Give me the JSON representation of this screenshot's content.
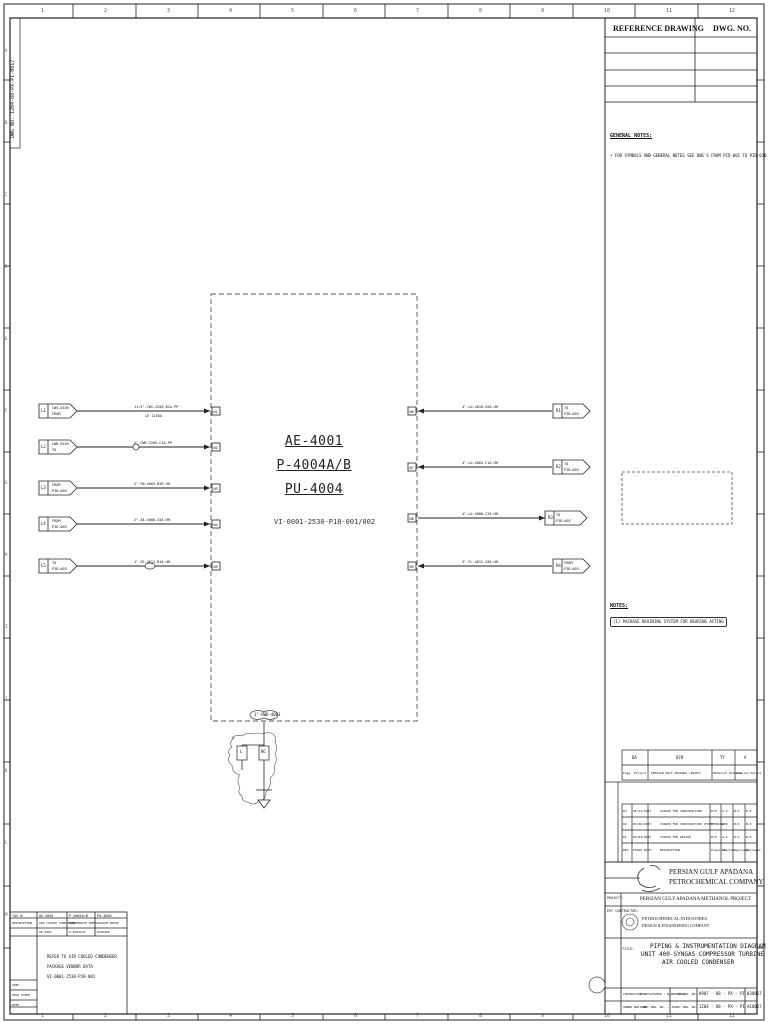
{
  "border": {
    "top_numbers": [
      "1",
      "2",
      "3",
      "4",
      "5",
      "6",
      "7",
      "8",
      "9",
      "10",
      "11",
      "12"
    ],
    "bottom_numbers": [
      "1",
      "2",
      "3",
      "4",
      "5",
      "6",
      "7",
      "8",
      "9",
      "10",
      "11",
      "12"
    ],
    "side_letters": [
      "A",
      "B",
      "C",
      "D",
      "E",
      "F",
      "G",
      "H",
      "I",
      "J",
      "K",
      "L",
      "M"
    ]
  },
  "side_strip": {
    "text": "DWG NO. 1204-88-PX-PI-0017"
  },
  "reference_table": {
    "col1": "REFERENCE DRAWING",
    "col2": "DWG. NO."
  },
  "general_notes": {
    "title": "GENERAL NOTES:",
    "items": [
      "• FOR SYMBOLS AND GENERAL NOTES SEE DWG'S FROM PID-001 TO PID-010"
    ]
  },
  "notes": {
    "title": "NOTES:",
    "items": [
      "(1) PACKAGE DRAINING SYSTEM FOR BEARING ACTING"
    ]
  },
  "package": {
    "tag1": "AE-4001",
    "tag2": "P-4004A/B",
    "tag3": "PU-4004",
    "ref": "VI-0001-2530-P18-001/002"
  },
  "left_offpage": [
    {
      "id": "L1",
      "label": "CWS-0105",
      "sub": "FROM",
      "line": "11/4\"-CWS-2200-B1A-PP",
      "inst": "LE 1140A"
    },
    {
      "id": "L2",
      "label": "CWR-0105",
      "sub": "TO",
      "line": "2\"-CWR-2205-C1A-PP",
      "inst": ""
    },
    {
      "id": "L3",
      "label": "FROM",
      "sub": "PID-005",
      "line": "2\"-PW-4003-B2B-HH",
      "inst": ""
    },
    {
      "id": "L4",
      "label": "FROM",
      "sub": "PID-003",
      "line": "2\"-AA-4008-C0A-HH",
      "inst": ""
    },
    {
      "id": "L5",
      "label": "TO",
      "sub": "PID-003",
      "line": "1\"-SS-4012-B1A-HH",
      "inst": ""
    }
  ],
  "right_offpage": [
    {
      "id": "R1",
      "label": "TO",
      "sub": "PID-003",
      "line": "4\"-LO-4010-C0A-HH"
    },
    {
      "id": "R2",
      "label": "TO",
      "sub": "PID-003",
      "line": "4\"-LO-4004-C1A-HH"
    },
    {
      "id": "R3",
      "label": "TO",
      "sub": "PID-003",
      "line": "4\"-LO-4006-C2A-HH"
    },
    {
      "id": "R4",
      "label": "FROM",
      "sub": "PID-003",
      "line": "3\"-FL-4012-C0A-HH"
    }
  ],
  "nozzles": {
    "left": [
      "N1",
      "N2",
      "N3",
      "N4",
      "N5"
    ],
    "right": [
      "N6",
      "N7",
      "N8",
      "N9"
    ]
  },
  "drain": {
    "label": "1\"-OWD-4001",
    "v1": "L",
    "v2": "NC"
  },
  "revision_header": {
    "c1": "DA",
    "c2": "070",
    "c3": "TY",
    "c4": "A",
    "r2c1": "Engg. Project",
    "r2c2": "PERSIAN GULF APADANA (PGAPC)",
    "r2c3": "Mahmoodi Rahnema",
    "r2c4": "Iranian Petrol"
  },
  "revisions": [
    {
      "rev": "D3",
      "date": "05/11/2007",
      "desc": "ISSUED FOR CONSTRUCTION",
      "by": "M.M",
      "chk": "A.Z",
      "app": "B.K",
      "rv": "B.K"
    },
    {
      "rev": "D2",
      "date": "01/08/2007",
      "desc": "ISSUED FOR CONSTRUCTION (FIRST ISSUE)",
      "by": "M.M",
      "chk": "A.Z",
      "app": "B.K",
      "rv": "B.K"
    },
    {
      "rev": "D1",
      "date": "02/04/2007",
      "desc": "ISSUED FOR DESIGN",
      "by": "M.M",
      "chk": "A.Z",
      "app": "B.K",
      "rv": "B.K"
    },
    {
      "rev": "REV",
      "date": "ISSUE DATE",
      "desc": "DESCRIPTION",
      "by": "Prepared",
      "chk": "Checked",
      "app": "Approved",
      "rv": "Reviewed"
    }
  ],
  "company": {
    "name1": "PERSIAN GULF APADANA",
    "name2": "PETROCHEMICAL COMPANY"
  },
  "project": {
    "label": "PROJECT:",
    "name": "PERSIAN GULF APADANA METHANOL PROJECT"
  },
  "contractor": {
    "label": "EPC CONTRACTOR:",
    "name1": "PETROCHEMICAL INDUSTRIES",
    "name2": "DESIGN & ENGINEERING COMPANY"
  },
  "drawing_title": {
    "label": "TITLE:",
    "line1": "PIPING & INSTRUMENTATION DIAGRAM",
    "line2": "UNIT 400-SYNGAS COMPRESSOR TURBINE",
    "line3": "AIR COOLED CONDENSER"
  },
  "dwg_numbers": [
    {
      "k1": "CONTRACTOR",
      "v1": "MANUFACTURER - N/A - 0001",
      "k2": "PIDEC DWG. NO.",
      "v2": "8907 - 88 - PX - PI - 0017",
      "rev": "D3"
    },
    {
      "k1": "OWNER DWG. NO.",
      "v1": "PIDEC DWG. NO. ...",
      "k2": "PGAPC DWG. NO.",
      "v2": "1204 - 88 - PX - PI - 0017",
      "rev": "A1"
    }
  ],
  "legend_box": {
    "h1": "TAG N",
    "h2": "AE-4001",
    "h3": "P-4004A/B",
    "h4": "PU-4004",
    "d1": "DESCRIPTION",
    "d2": "AIR COOLED CONDENSER",
    "d3": "CONDENSATE PUMPS",
    "d4": "VACUUM GROUP",
    "s1": "",
    "s2": "AE-4001",
    "s3": "P-4004A/B",
    "s4": "PACKAGE",
    "lines": [
      "REFER TO AIR COOLED CONDENSER",
      "PACKAGE VENDOR DATA",
      "VI-0001-2530-P18-001"
    ],
    "bottom": [
      "SPEC.",
      "HOLD ITEMS",
      "NOTE"
    ]
  }
}
